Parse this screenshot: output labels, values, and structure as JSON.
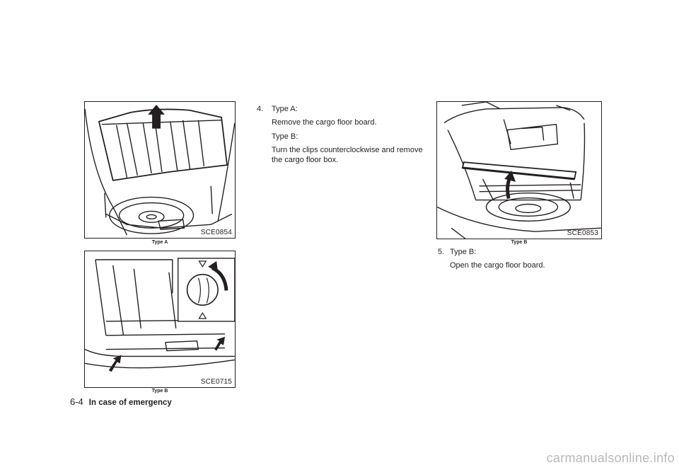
{
  "figures": {
    "a": {
      "code": "SCE0854",
      "caption": "Type A"
    },
    "b": {
      "code": "SCE0715",
      "caption": "Type B"
    },
    "c": {
      "code": "SCE0853",
      "caption": "Type B"
    }
  },
  "steps": {
    "s4": {
      "number": "4.",
      "title": "Type A:",
      "line1": "Remove the cargo floor board.",
      "subtitle": "Type B:",
      "line2a": "Turn the clips counterclockwise and remove",
      "line2b": "the cargo floor box."
    },
    "s5": {
      "number": "5.",
      "title": "Type B:",
      "line1": "Open the cargo floor board."
    }
  },
  "footer": {
    "page": "6-4",
    "section": "In case of emergency"
  },
  "watermark": "carmanualsonline.info"
}
